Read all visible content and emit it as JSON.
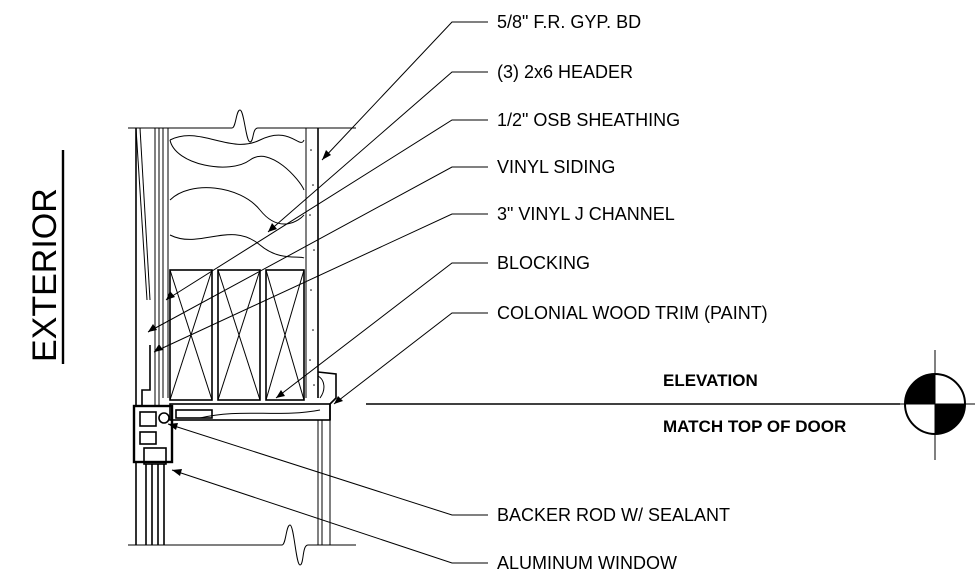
{
  "side_label": "EXTERIOR",
  "callouts": {
    "gyp": "5/8\" F.R. GYP. BD",
    "header": "(3) 2x6 HEADER",
    "osb": "1/2\" OSB SHEATHING",
    "siding": "VINYL SIDING",
    "jchannel": "3\" VINYL J CHANNEL",
    "blocking": "BLOCKING",
    "trim": "COLONIAL WOOD TRIM (PAINT)",
    "backer": "BACKER ROD W/ SEALANT",
    "window": "ALUMINUM WINDOW"
  },
  "elevation": {
    "label": "ELEVATION",
    "sublabel": "MATCH TOP OF DOOR"
  }
}
